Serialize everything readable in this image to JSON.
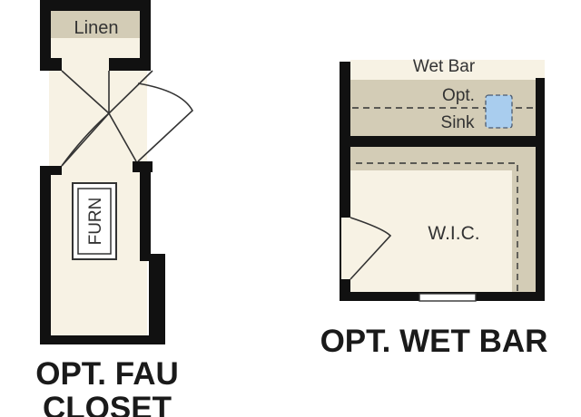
{
  "colors": {
    "wall": "#111111",
    "floor": "#f7f2e4",
    "cabinet": "#d3ccb6",
    "sink": "#a9cdee",
    "text": "#333333"
  },
  "fau_closet": {
    "linen_label": "Linen",
    "furnace_label": "FURN",
    "title_line1": "OPT. FAU",
    "title_line2": "CLOSET"
  },
  "wet_bar": {
    "wet_bar_label": "Wet Bar",
    "opt_label": "Opt.",
    "sink_label": "Sink",
    "closet_label": "W.I.C.",
    "title": "OPT. WET BAR"
  }
}
